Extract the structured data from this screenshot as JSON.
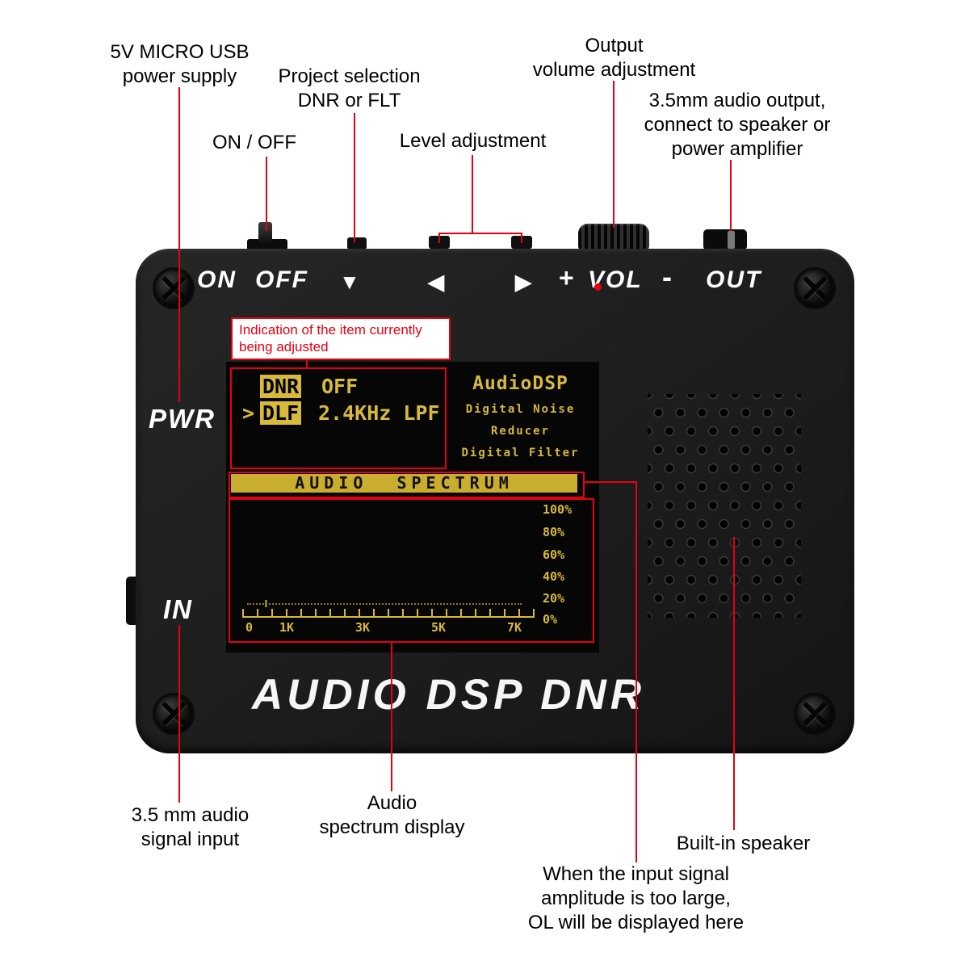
{
  "annotations": {
    "power_supply": "5V MICRO USB\npower supply",
    "on_off": "ON / OFF",
    "project_selection": "Project selection\nDNR or FLT",
    "level_adjustment": "Level adjustment",
    "output_volume": "Output\nvolume adjustment",
    "audio_output": "3.5mm audio output,\nconnect to speaker or\npower amplifier",
    "indication": "Indication of the item currently\nbeing adjusted",
    "audio_spectrum_display": "Audio\nspectrum display",
    "audio_input": "3.5 mm audio\nsignal input",
    "built_in_speaker": "Built-in speaker",
    "overload": "When the input signal\namplitude is too large,\nOL will be displayed here"
  },
  "panel": {
    "on": "ON",
    "off": "OFF",
    "down_arrow": "▼",
    "left_arrow": "◀",
    "right_arrow": "▶",
    "plus": "+",
    "vol": "VOL",
    "minus": "-",
    "out": "OUT",
    "pwr": "PWR",
    "input": "IN",
    "model": "AUDIO DSP DNR"
  },
  "display": {
    "menu": {
      "row1_key": "DNR",
      "row1_value": "OFF",
      "row2_prefix": ">",
      "row2_key": "DLF",
      "row2_value": "2.4KHz LPF"
    },
    "brand": {
      "title": "AudioDSP",
      "line1": "Digital Noise",
      "line2": "Reducer",
      "line3": "Digital Filter"
    },
    "spectrum": {
      "header": "AUDIO  SPECTRUM",
      "y_labels": [
        "100%",
        "80%",
        "60%",
        "40%",
        "20%",
        "0%"
      ],
      "x_labels": [
        "0",
        "1K",
        "3K",
        "5K",
        "7K"
      ]
    }
  },
  "colors": {
    "accent_red": "#e60012",
    "display_yellow": "#d7b93c",
    "header_yellow": "#c9ad2f",
    "device_black": "#1b1b1b"
  }
}
